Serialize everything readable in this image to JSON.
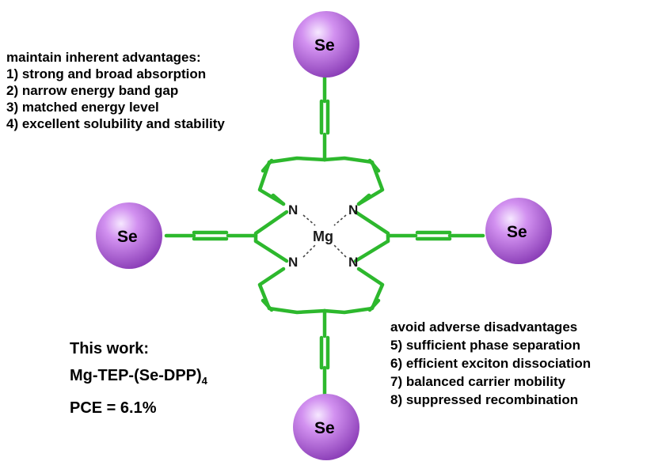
{
  "advantages": {
    "heading": "maintain inherent advantages:",
    "items": [
      "1) strong and broad absorption",
      "2) narrow energy band gap",
      "3) matched energy level",
      "4) excellent solubility and stability"
    ]
  },
  "disadvantages": {
    "heading": "avoid adverse disadvantages",
    "items": [
      "5) sufficient phase separation",
      "6) efficient exciton dissociation",
      "7) balanced carrier mobility",
      "8) suppressed recombination"
    ]
  },
  "work": {
    "line1": "This work:",
    "name_main": "Mg-TEP-(Se-DPP)",
    "name_sub": "4",
    "pce": "PCE = 6.1%"
  },
  "molecule": {
    "center_atom": "Mg",
    "nitrogen": "N",
    "substituent_label": "Se",
    "bond_color": "#2db82d",
    "sphere_color": "#b266d9"
  }
}
